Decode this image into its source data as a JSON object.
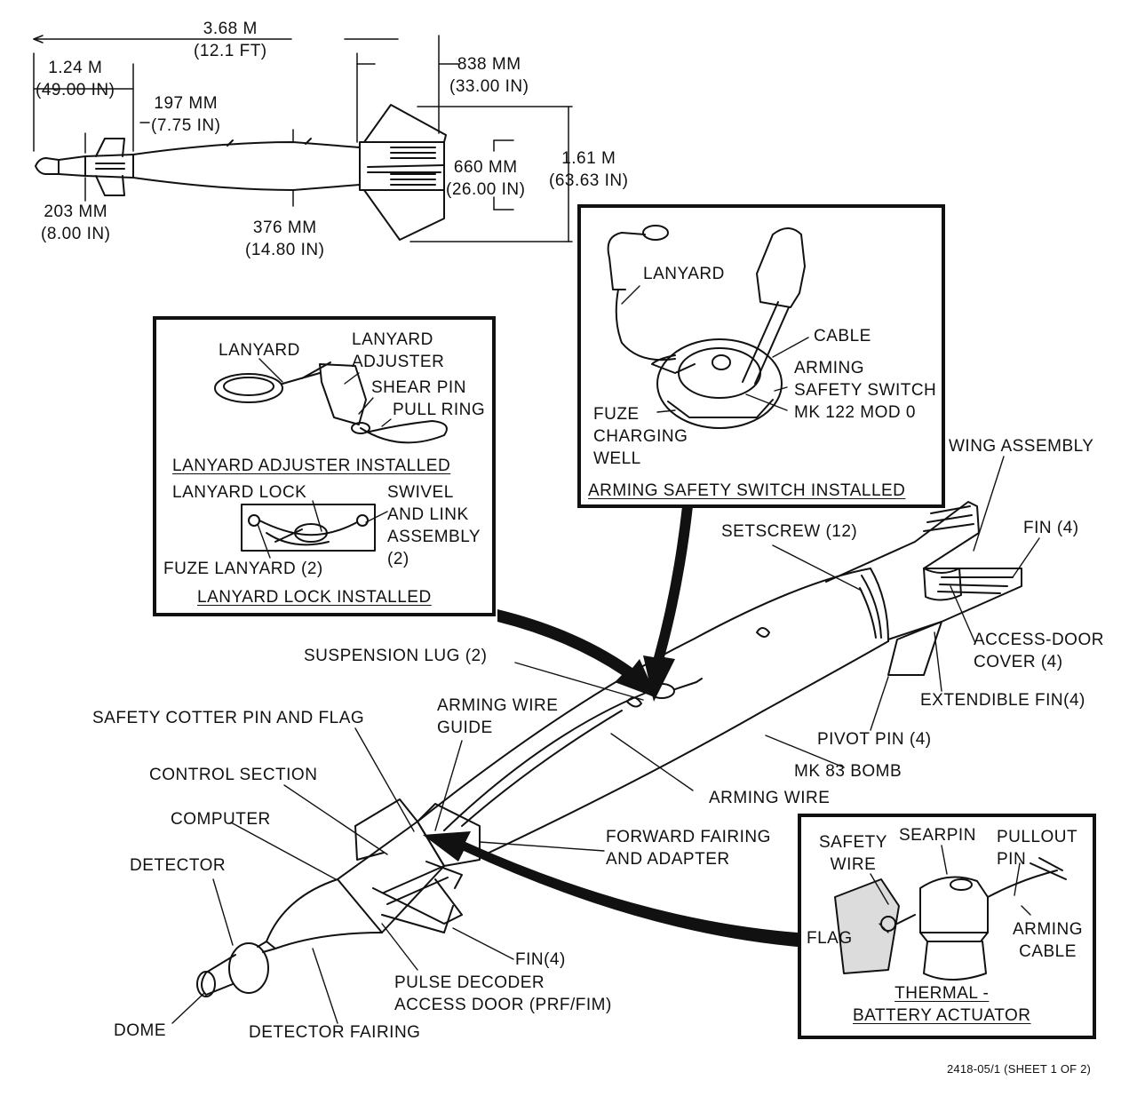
{
  "overview_dims": {
    "overall_length": "3.68 M\n(12.1 FT)",
    "control_length": "1.24 M\n(49.00 IN)",
    "canard_chord": "197 MM\n(7.75 IN)",
    "wing_chord": "838 MM\n(33.00 IN)",
    "nose_diameter": "203 MM\n(8.00 IN)",
    "body_diameter": "376 MM\n(14.80 IN)",
    "folded_span": "660 MM\n(26.00 IN)",
    "wing_span": "1.61 M\n(63.63 IN)"
  },
  "inset_lanyard": {
    "lanyard": "LANYARD",
    "lanyard_adjuster": "LANYARD\nADJUSTER",
    "shear_pin": "SHEAR PIN",
    "pull_ring": "PULL RING",
    "caption_top": "LANYARD ADJUSTER INSTALLED",
    "lanyard_lock": "LANYARD LOCK",
    "swivel": "SWIVEL\nAND LINK\nASSEMBLY\n(2)",
    "fuze_lanyard": "FUZE LANYARD (2)",
    "caption_bottom": "LANYARD LOCK INSTALLED"
  },
  "inset_arming": {
    "lanyard": "LANYARD",
    "cable": "CABLE",
    "switch": "ARMING\nSAFETY SWITCH\nMK 122 MOD 0",
    "fuze_well": "FUZE\nCHARGING\nWELL",
    "caption": "ARMING SAFETY SWITCH INSTALLED"
  },
  "inset_thermal": {
    "safety_wire": "SAFETY\nWIRE",
    "searpin": "SEARPIN",
    "pullout_pin": "PULLOUT\nPIN",
    "flag": "FLAG",
    "arming_cable": "ARMING\nCABLE",
    "caption": "THERMAL -\nBATTERY ACTUATOR"
  },
  "main_labels": {
    "wing_assembly": "WING ASSEMBLY",
    "fin_aft": "FIN (4)",
    "setscrew": "SETSCREW (12)",
    "access_door": "ACCESS-DOOR\nCOVER (4)",
    "extendible_fin": "EXTENDIBLE FIN(4)",
    "pivot_pin": "PIVOT PIN (4)",
    "mk83": "MK 83 BOMB",
    "suspension_lug": "SUSPENSION LUG (2)",
    "arming_wire_guide": "ARMING WIRE\nGUIDE",
    "safety_cotter": "SAFETY COTTER PIN AND FLAG",
    "control_section": "CONTROL SECTION",
    "arming_wire": "ARMING WIRE",
    "computer": "COMPUTER",
    "forward_fairing": "FORWARD FAIRING\nAND ADAPTER",
    "detector": "DETECTOR",
    "fin_forward": "FIN(4)",
    "pulse_decoder": "PULSE DECODER\nACCESS DOOR (PRF/FIM)",
    "dome": "DOME",
    "detector_fairing": "DETECTOR FAIRING"
  },
  "footer": {
    "sheet_ref": "2418-05/1 (SHEET 1 OF 2)"
  }
}
